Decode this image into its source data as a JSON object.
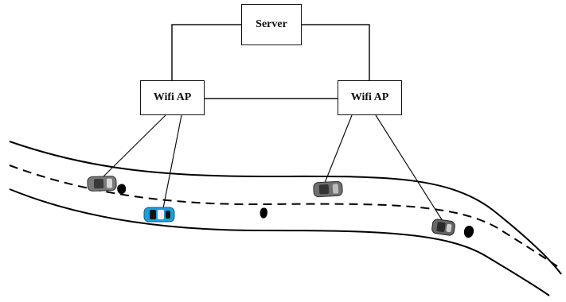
{
  "diagram": {
    "nodes": {
      "server": {
        "label": "Server"
      },
      "ap_left": {
        "label": "Wifi AP"
      },
      "ap_right": {
        "label": "Wifi AP"
      }
    },
    "links": [
      {
        "from": "server",
        "to": "ap_left"
      },
      {
        "from": "server",
        "to": "ap_right"
      },
      {
        "from": "ap_left",
        "to": "ap_right"
      },
      {
        "from": "ap_left",
        "to": "car-gray-1"
      },
      {
        "from": "ap_left",
        "to": "car-blue"
      },
      {
        "from": "ap_right",
        "to": "car-gray-2"
      },
      {
        "from": "ap_right",
        "to": "car-gray-3"
      }
    ],
    "vehicles": [
      {
        "id": "car-gray-1",
        "color": "#7a7a7a"
      },
      {
        "id": "car-blue",
        "color": "#1e9fd8"
      },
      {
        "id": "car-gray-2",
        "color": "#6f6f6f"
      },
      {
        "id": "car-gray-3",
        "color": "#666666"
      }
    ],
    "colors": {
      "line": "#111111",
      "road": "#000000"
    }
  }
}
